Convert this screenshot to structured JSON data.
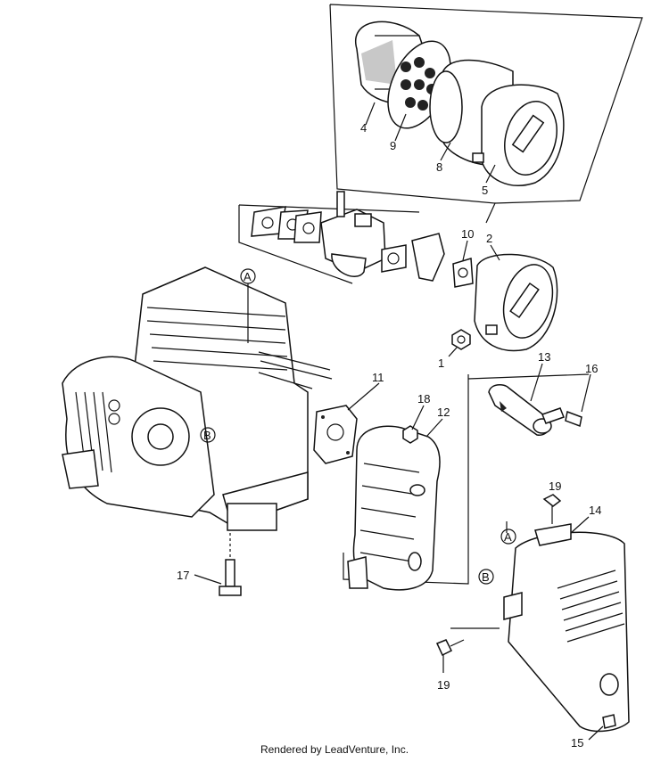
{
  "callouts": {
    "p1": "1",
    "p2": "2",
    "p4": "4",
    "p5": "5",
    "p8": "8",
    "p9": "9",
    "p10": "10",
    "p11": "11",
    "p12": "12",
    "p13": "13",
    "p14": "14",
    "p15": "15",
    "p16": "16",
    "p17": "17",
    "p18": "18",
    "p19a": "19",
    "p19b": "19"
  },
  "ref_letters": {
    "a1": "A",
    "b1": "B",
    "a2": "A",
    "b2": "B"
  },
  "footer": {
    "text": "Rendered by LeadVenture, Inc."
  }
}
